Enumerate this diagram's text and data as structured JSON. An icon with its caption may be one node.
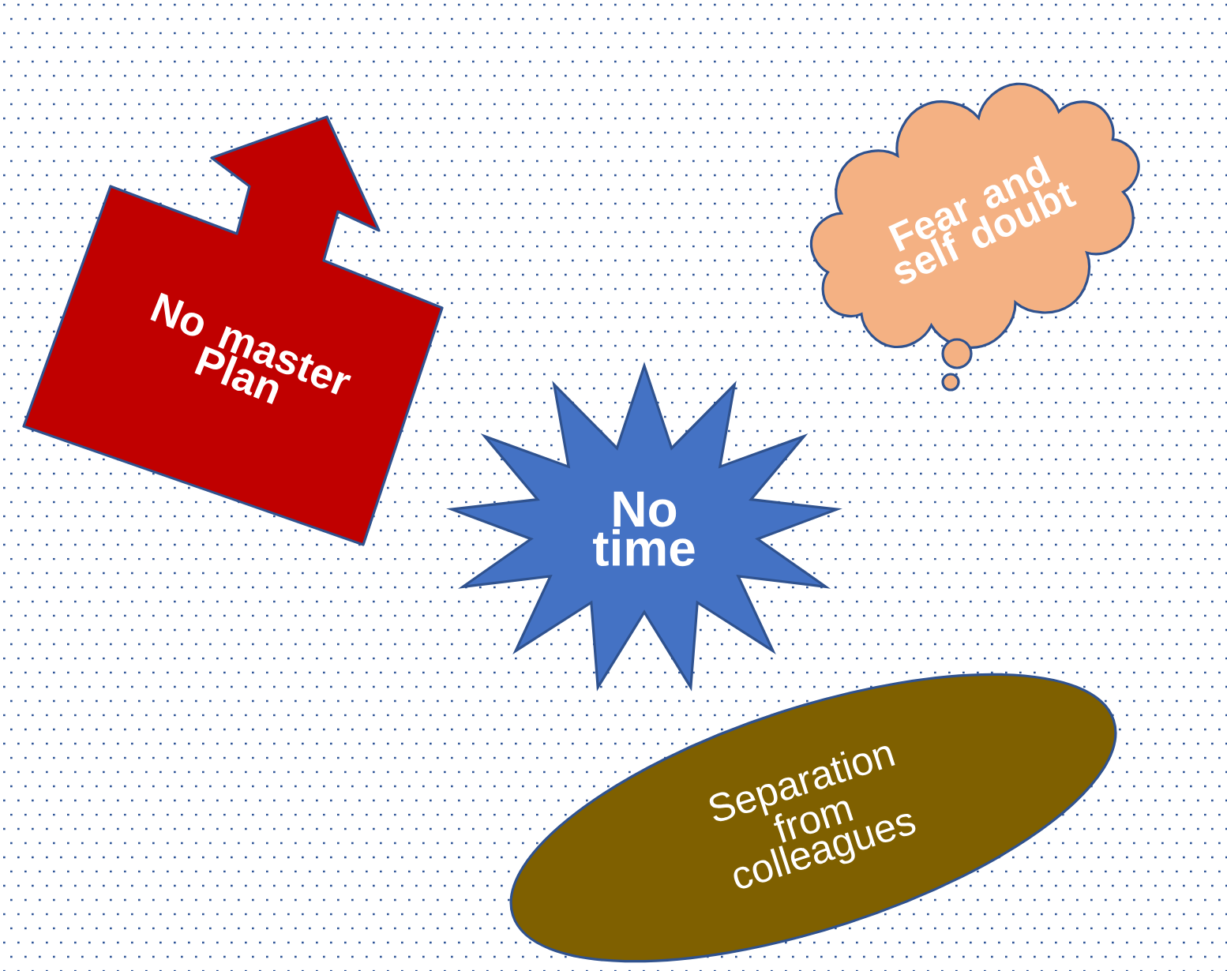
{
  "diagram": {
    "nodes": [
      {
        "text": [
          "No master Plan"
        ]
      },
      {
        "text": [
          "Fear and self doubt"
        ]
      },
      {
        "text": [
          "No time"
        ]
      },
      {
        "text": [
          "Separation from colleagues"
        ]
      }
    ]
  }
}
